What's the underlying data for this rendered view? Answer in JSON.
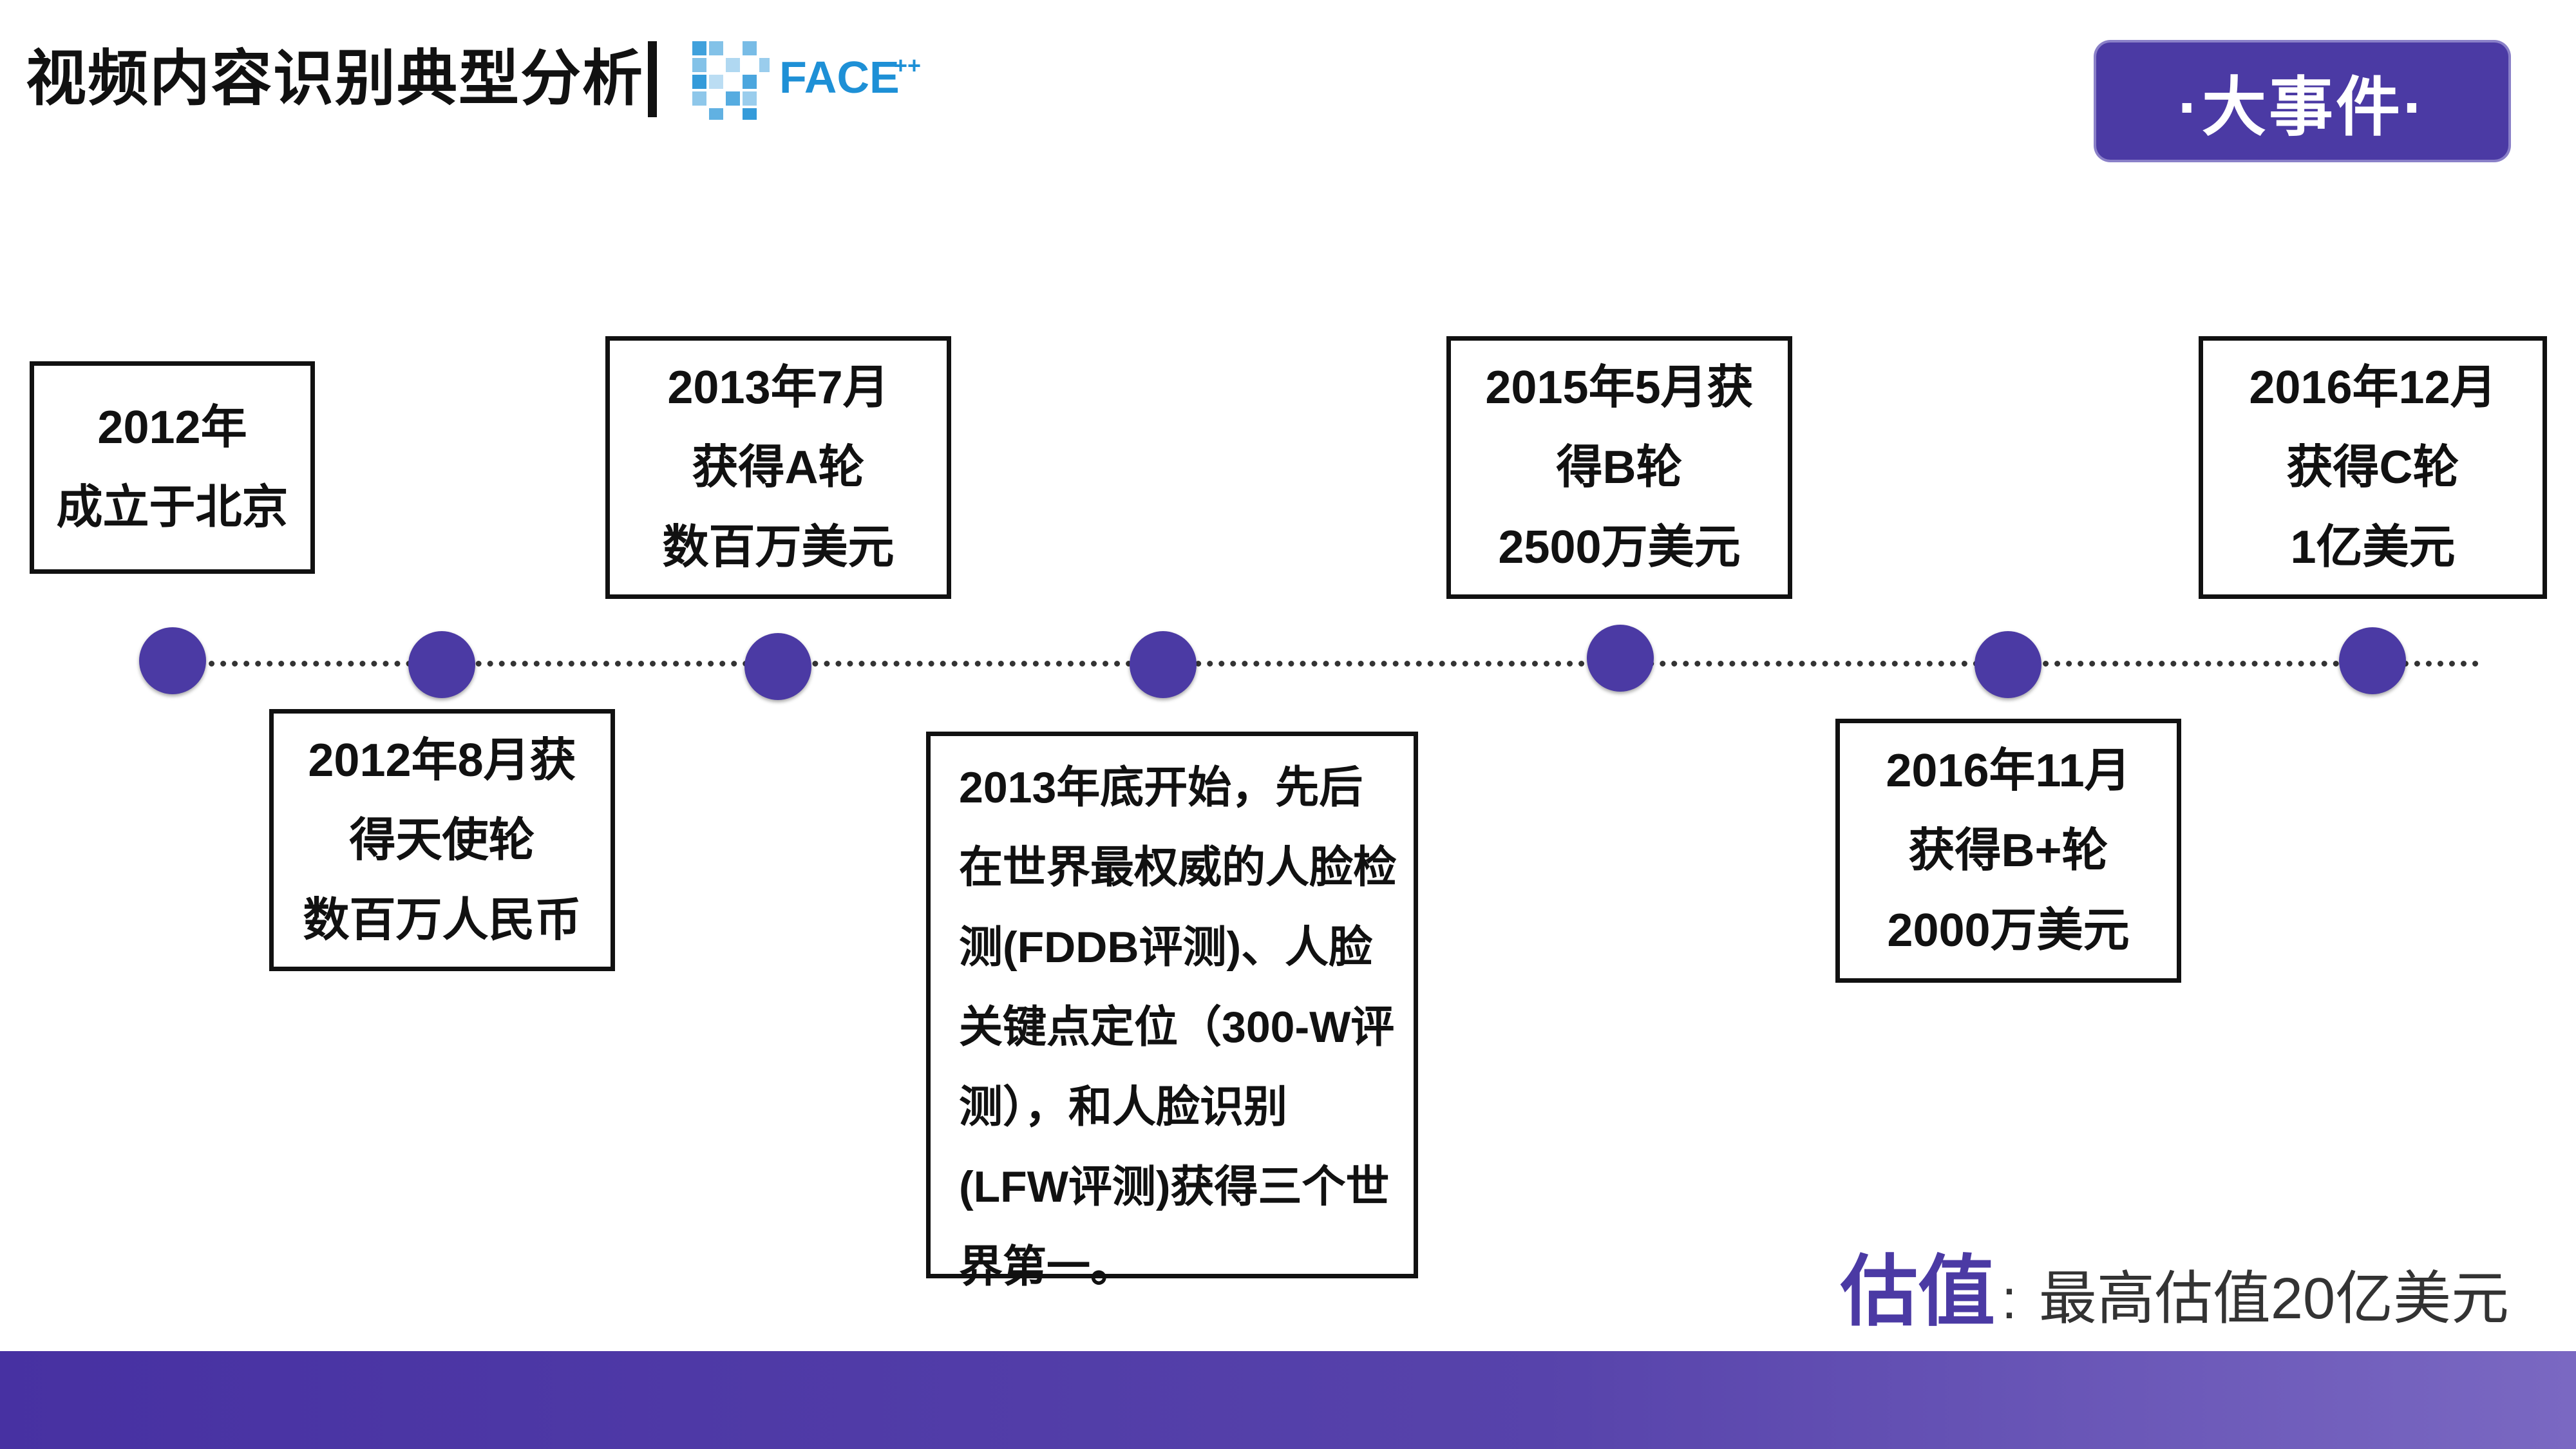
{
  "header": {
    "title": "视频内容识别典型分析",
    "logo_text": "FACE",
    "logo_sup": "++",
    "badge": "·大事件·"
  },
  "events": [
    {
      "lines": [
        "2012年",
        "成立于北京"
      ]
    },
    {
      "lines": [
        "2012年8月获",
        "得天使轮",
        "数百万人民币"
      ]
    },
    {
      "lines": [
        "2013年7月",
        "获得A轮",
        "数百万美元"
      ]
    },
    {
      "lines": [
        "2013年底开始，先后",
        "在世界最权威的人脸检",
        "测(FDDB评测)、人脸",
        "关键点定位（300-W评",
        "测），和人脸识别",
        "(LFW评测)获得三个世",
        "界第一。"
      ]
    },
    {
      "lines": [
        "2015年5月获",
        "得B轮",
        "2500万美元"
      ]
    },
    {
      "lines": [
        "2016年11月",
        "获得B+轮",
        "2000万美元"
      ]
    },
    {
      "lines": [
        "2016年12月",
        "获得C轮",
        "1亿美元"
      ]
    }
  ],
  "valuation": {
    "label": "估值",
    "colon": ":",
    "value": "最高估值20亿美元"
  },
  "colors": {
    "accent": "#4b3aa4",
    "logo_blue": "#1e90d6"
  }
}
